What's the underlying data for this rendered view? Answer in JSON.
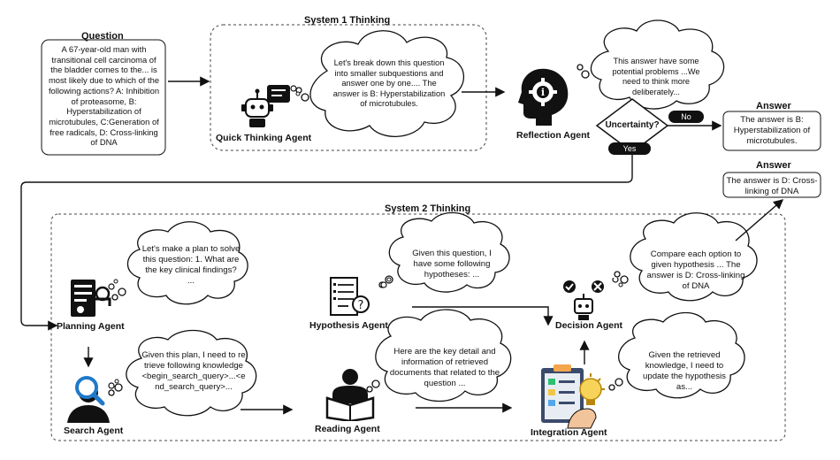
{
  "question": {
    "title": "Question",
    "text": "A 67-year-old man with transitional cell carcinoma of the bladder comes to the... is most likely due to which of the following actions? A: Inhibition of proteasome, B: Hyperstabilization of microtubules, C:Generation of free radicals, D: Cross-linking of DNA"
  },
  "system1": {
    "title": "System 1 Thinking",
    "agent": "Quick Thinking Agent",
    "thought": "Let's break down this question into smaller subquestions and answer one by one.... The answer is B: Hyperstabilization of microtubules."
  },
  "reflection": {
    "agent": "Reflection Agent",
    "thought": "This answer have some potential problems ...We need to think more deliberately...",
    "decision": "Uncertainty?",
    "no": "No",
    "yes": "Yes"
  },
  "answer1": {
    "title": "Answer",
    "text": "The answer is B: Hyperstabilization of microtubules."
  },
  "answer2": {
    "title": "Answer",
    "text": "The answer is D: Cross-linking of DNA"
  },
  "system2": {
    "title": "System 2 Thinking",
    "planning": {
      "agent": "Planning Agent",
      "thought": "Let's make a plan to solve this question: 1. What are the key clinical findings? ..."
    },
    "search": {
      "agent": "Search Agent",
      "thought": "Given this plan, I need to retrieve following knowledge <begin_search_query>...<end_search_query>..."
    },
    "hypothesis": {
      "agent": "Hypothesis Agent",
      "thought": "Given this question, I have some following hypotheses: ..."
    },
    "reading": {
      "agent": "Reading Agent",
      "thought": "Here are the key detail and information of retrieved documents that related to the question ..."
    },
    "decision": {
      "agent": "Decision Agent",
      "thought": "Compare each option to given hypothesis ... The answer is D: Cross-linking of DNA"
    },
    "integration": {
      "agent": "Integration Agent",
      "thought": "Given the retrieved knowledge, I need to update the hypothesis as..."
    }
  },
  "icons": [
    "robot-icon",
    "head-gear-icon",
    "planning-icon",
    "search-person-icon",
    "hypothesis-icon",
    "reading-person-icon",
    "decision-robot-icon",
    "integration-icon"
  ]
}
